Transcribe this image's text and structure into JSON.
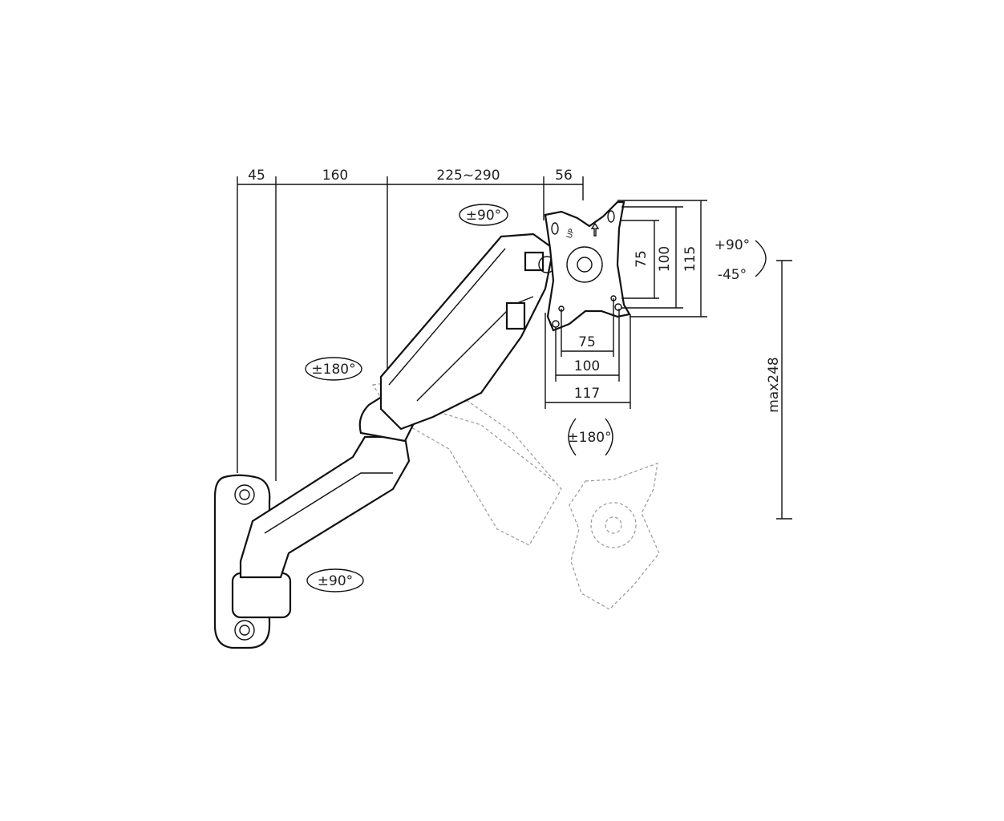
{
  "top_dimensions": [
    "45",
    "160",
    "225~290",
    "56"
  ],
  "rotations": {
    "head_swivel": "±90°",
    "arm_swivel": "±180°",
    "wall_swivel": "±90°",
    "plate_rotation": "±180°",
    "tilt_up": "+90°",
    "tilt_down": "-45°"
  },
  "vesa_vertical": [
    "75",
    "100",
    "115"
  ],
  "vesa_horizontal": [
    "75",
    "100",
    "117"
  ],
  "height_adjust": "max248",
  "plate_marking": "UP",
  "colors": {
    "line": "#111111",
    "ghost": "#999999"
  }
}
